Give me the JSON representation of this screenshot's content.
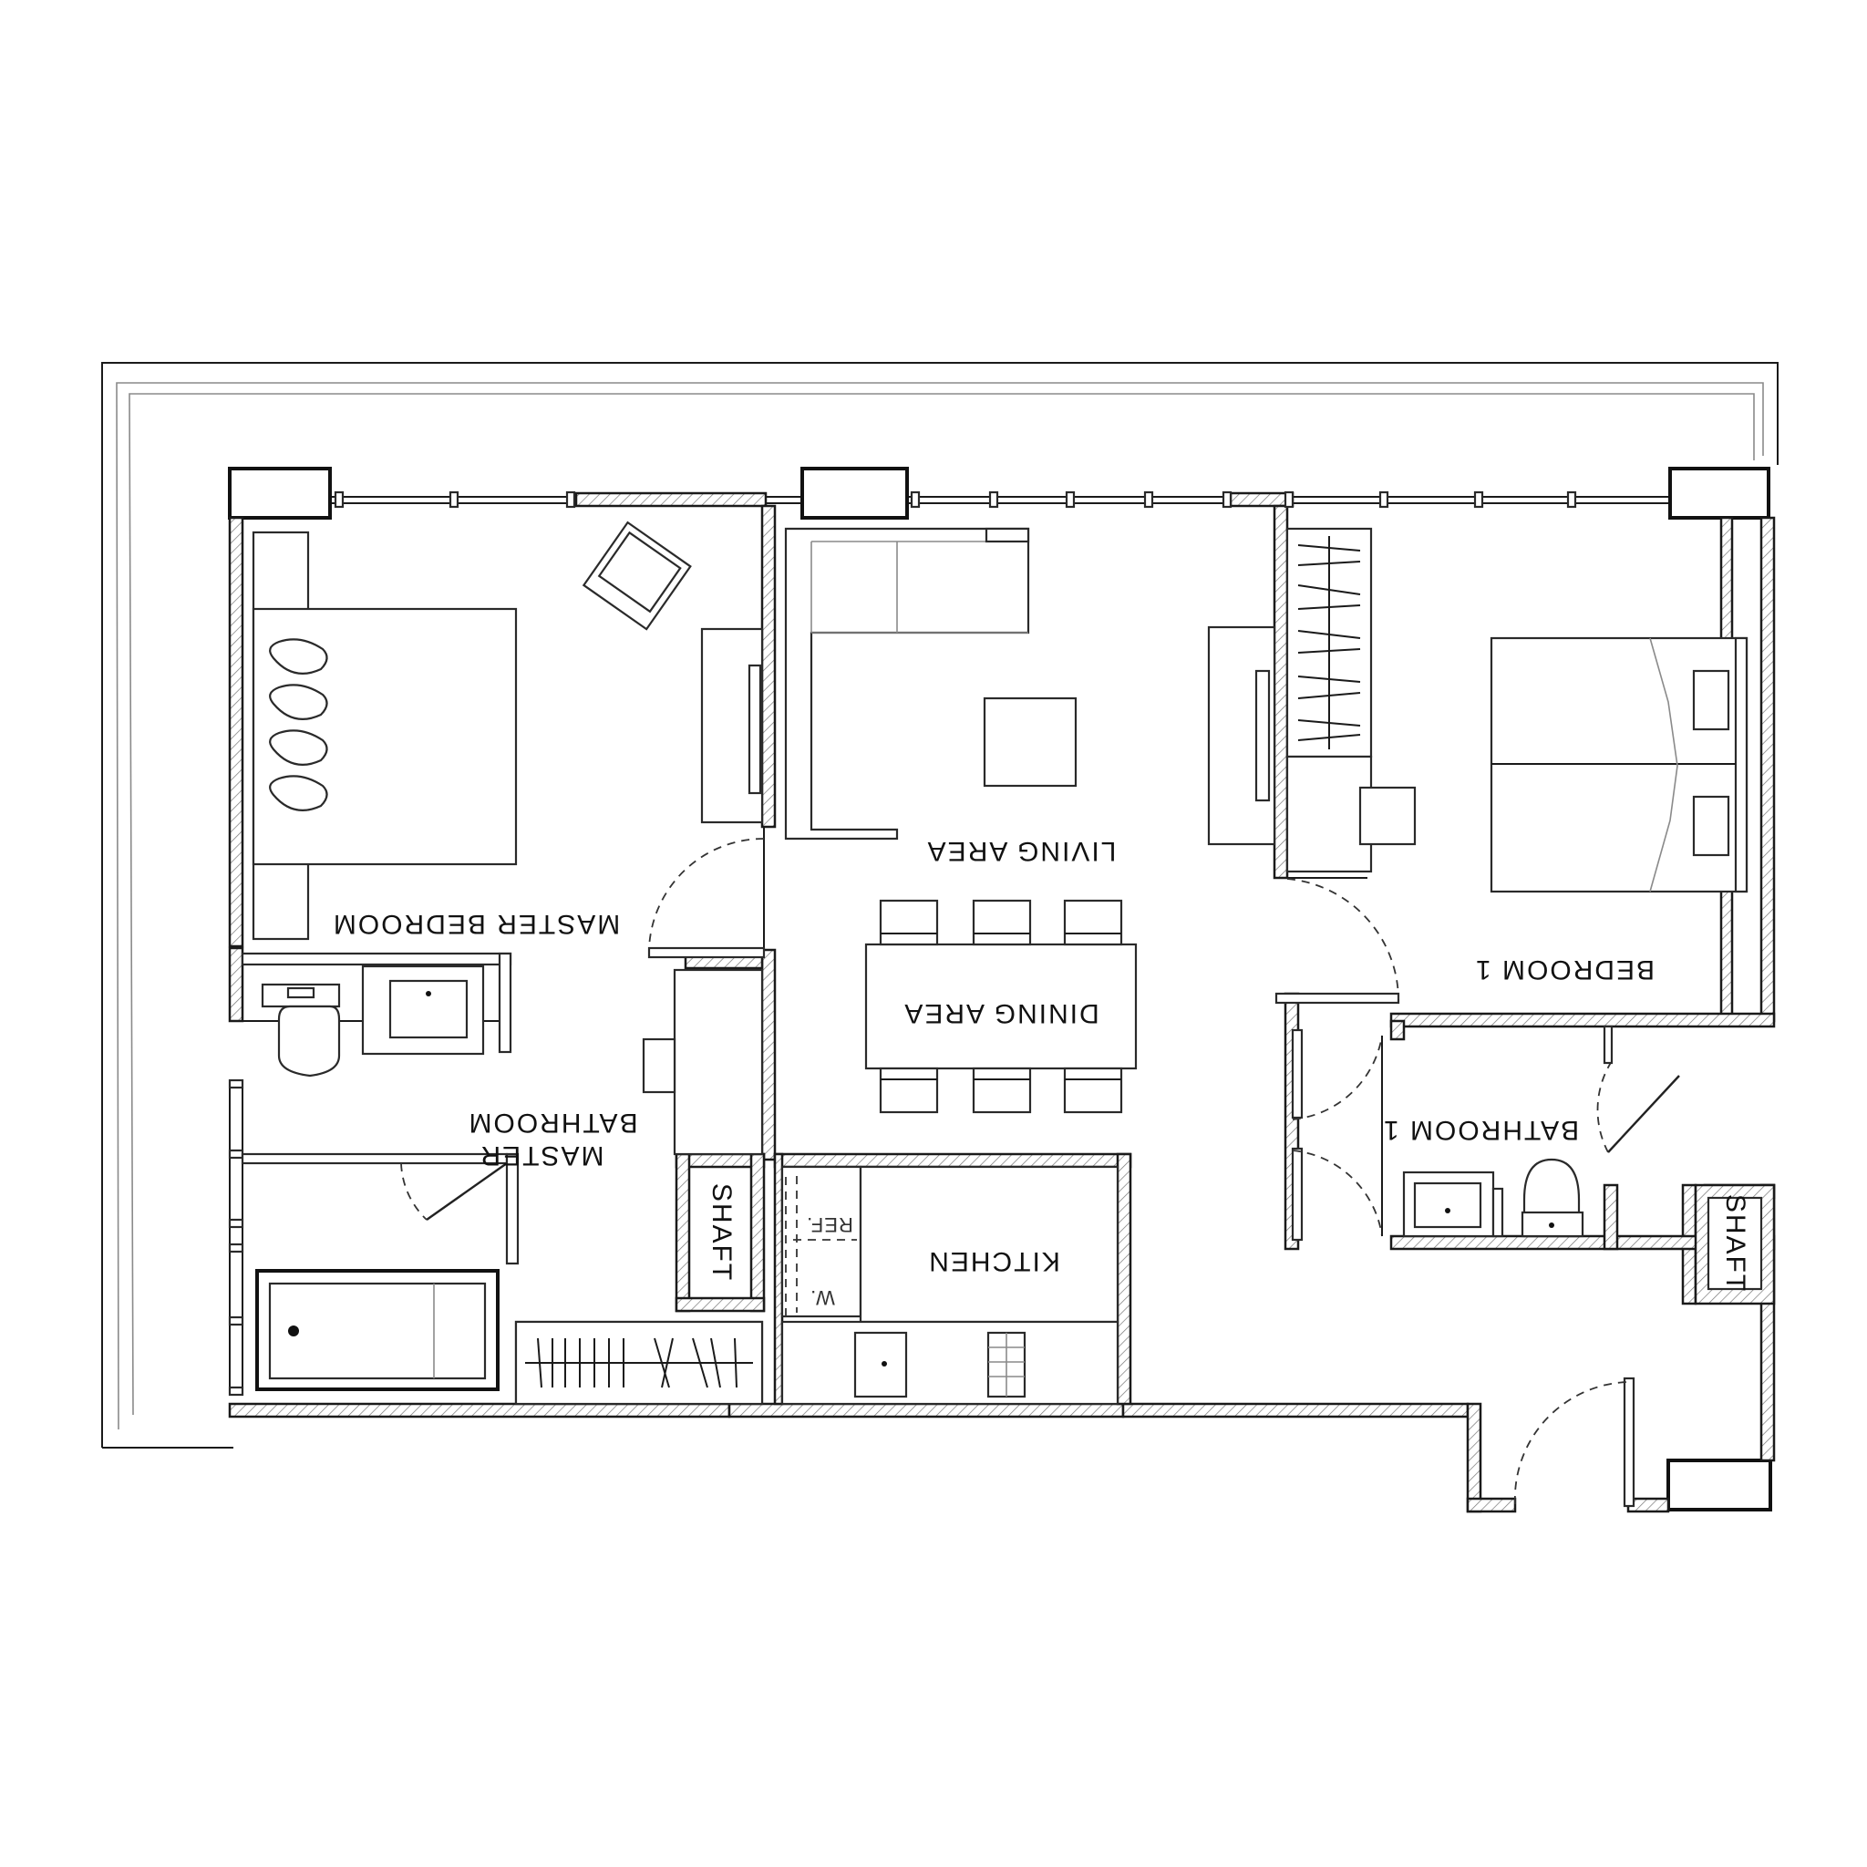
{
  "rooms": {
    "master_bedroom": "MASTER BEDROOM",
    "living_area": "LIVING AREA",
    "dining_area": "DINING AREA",
    "bedroom_1": "BEDROOM 1",
    "master_bathroom_line1": "MASTER",
    "master_bathroom_line2": "BATHROOM",
    "bathroom_1": "BATHROOM 1",
    "kitchen": "KITCHEN",
    "shaft_left": "SHAFT",
    "shaft_right": "SHAFT",
    "ref": "REF.",
    "washer": "W."
  },
  "colors": {
    "line": "#1a1a1a",
    "background": "#ffffff"
  }
}
